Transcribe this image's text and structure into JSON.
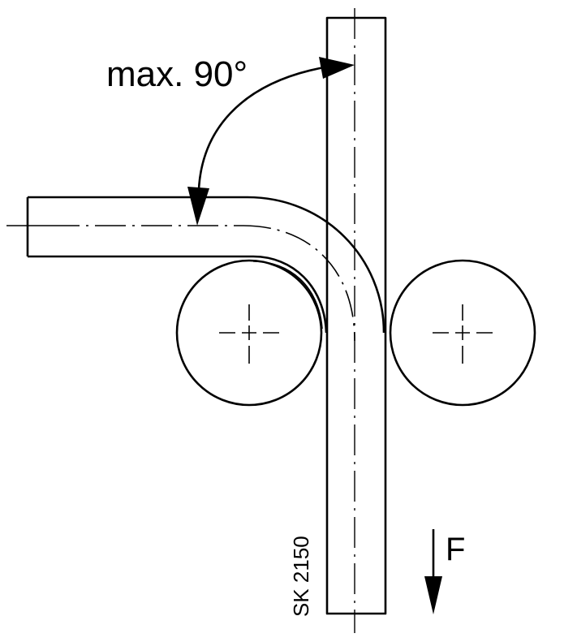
{
  "diagram": {
    "angle_label": "max. 90°",
    "force_label": "F",
    "drawing_code": "SK 2150"
  }
}
